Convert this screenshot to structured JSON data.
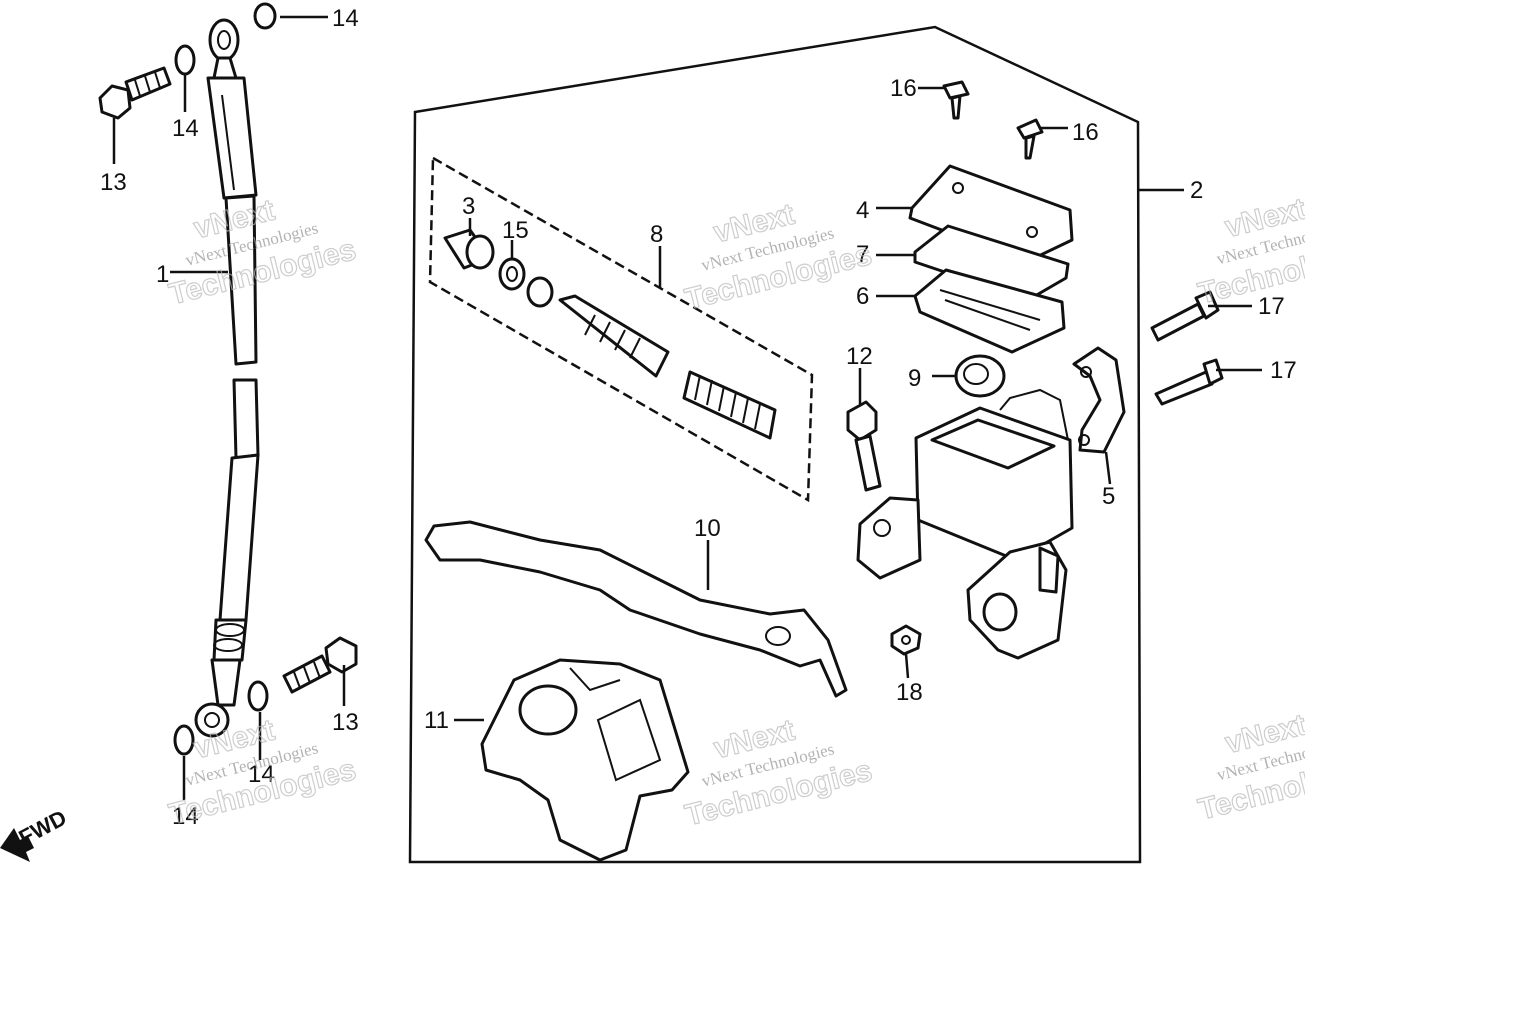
{
  "callouts": {
    "c1": "1",
    "c2": "2",
    "c3": "3",
    "c4": "4",
    "c5": "5",
    "c6": "6",
    "c7": "7",
    "c8": "8",
    "c9": "9",
    "c10": "10",
    "c11": "11",
    "c12": "12",
    "c13a": "13",
    "c13b": "13",
    "c14a": "14",
    "c14b": "14",
    "c14c": "14",
    "c14d": "14",
    "c15": "15",
    "c16a": "16",
    "c16b": "16",
    "c17a": "17",
    "c17b": "17",
    "c18": "18"
  },
  "direction_label": "FWD",
  "watermark": {
    "line1": "vNext Technologies",
    "line2": "vNext",
    "line3": "Technologies"
  }
}
